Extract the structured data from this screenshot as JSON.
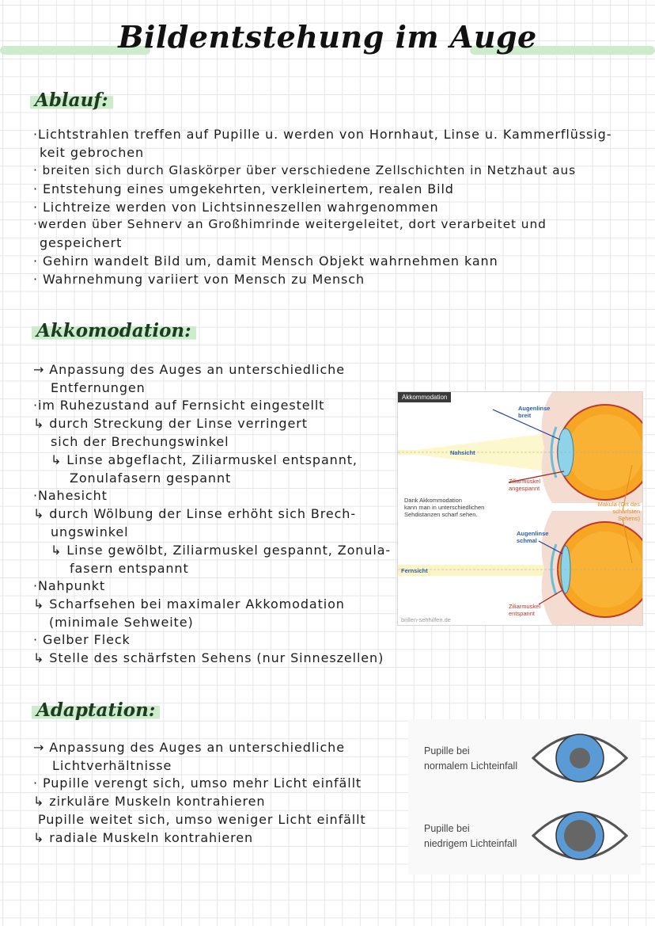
{
  "title": "Bildentstehung im Auge",
  "sections": {
    "ablauf": {
      "heading": "Ablauf:",
      "lines": [
        "·Lichtstrahlen treffen auf  Pupille u. werden von Hornhaut, Linse u. Kammerflüssig-",
        "keit gebrochen",
        "· breiten sich durch Glaskörper über verschiedene Zellschichten in Netzhaut aus",
        "· Entstehung eines umgekehrten, verkleinertem, realen Bild",
        "· Lichtreize werden von Lichtsinneszellen wahrgenommen",
        "·werden über Sehnerv an Großhimrinde weitergeleitet, dort verarbeitet und",
        "gespeichert",
        "· Gehirn wandelt Bild um, damit Mensch Objekt wahrnehmen kann",
        "· Wahrnehmung variiert von Mensch zu Mensch"
      ]
    },
    "akkomodation": {
      "heading": "Akkomodation:",
      "lines": [
        "→ Anpassung des Auges an unterschiedliche",
        "Entfernungen",
        "·im Ruhezustand auf Fernsicht eingestellt",
        "↳ durch Streckung der Linse verringert",
        "sich der Brechungswinkel",
        "↳ Linse abgeflacht, Ziliarmuskel entspannt,",
        "Zonulafasern gespannt",
        "·Nahesicht",
        "↳ durch Wölbung der Linse erhöht sich Brech-",
        "ungswinkel",
        "↳ Linse gewölbt, Ziliarmuskel gespannt, Zonula-",
        "fasern entspannt",
        "·Nahpunkt",
        "↳ Scharfsehen bei maximaler Akkomodation",
        "(minimale Sehweite)",
        "· Gelber Fleck",
        "↳ Stelle des schärfsten Sehens (nur Sinneszellen)"
      ]
    },
    "adaptation": {
      "heading": "Adaptation:",
      "lines": [
        "→ Anpassung des Auges an unterschiedliche",
        "Lichtverhältnisse",
        "· Pupille verengt sich, umso mehr Licht einfällt",
        "↳ zirkuläre Muskeln kontrahieren",
        "Pupille weitet sich, umso weniger Licht einfällt",
        "↳ radiale Muskeln kontrahieren"
      ]
    }
  },
  "figure": {
    "tag": "Akkommodation",
    "augenlinse_breit": [
      "Augenlinse",
      "breit"
    ],
    "nahsicht": "Nahsicht",
    "ziliar_angespannt": [
      "Ziliarmuskel",
      "angespannt"
    ],
    "dank": [
      "Dank Akkommodation",
      "kann man in unterschiedlichen",
      "Sehdistanzen scharf sehen."
    ],
    "makula": [
      "Makula (Ort des",
      "schärfsten Sehens)"
    ],
    "augenlinse_schmal": [
      "Augenlinse",
      "schmal"
    ],
    "fernsicht": "Fernsicht",
    "ziliar_entspannt": [
      "Ziliarmuskel",
      "entspannt"
    ],
    "source": "brillen-sehhilfen.de"
  },
  "adaptation_cards": [
    {
      "text": [
        "Pupille bei",
        "normalem Lichteinfall"
      ]
    },
    {
      "text": [
        "Pupille bei",
        "niedrigem Lichteinfall"
      ]
    }
  ],
  "colors": {
    "highlight": "#cdeccc",
    "iris": "#5b9bd5",
    "pupil": "#666666",
    "eye_outline": "#555555"
  }
}
